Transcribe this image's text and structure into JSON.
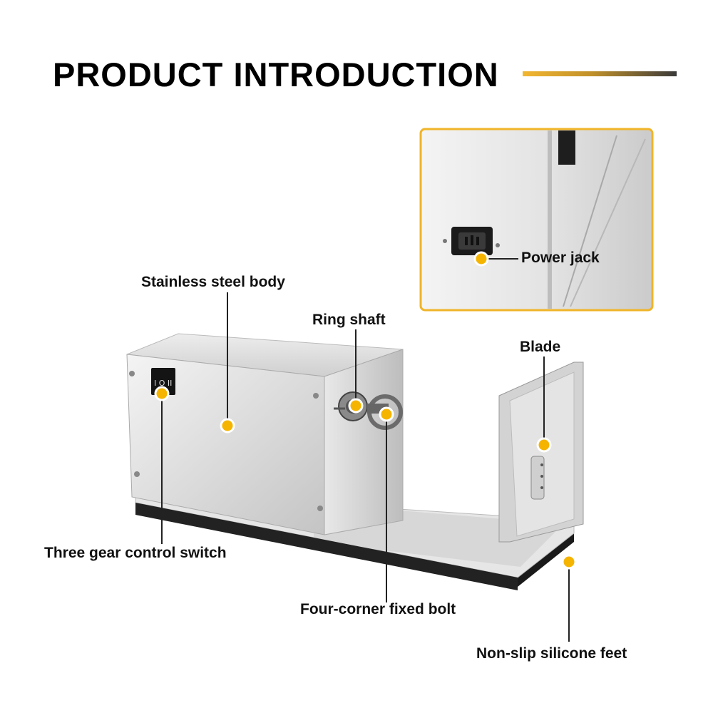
{
  "title": "PRODUCT INTRODUCTION",
  "labels": {
    "power_jack": "Power jack",
    "stainless_body": "Stainless steel body",
    "ring_shaft": "Ring shaft",
    "blade": "Blade",
    "switch": "Three gear control switch",
    "bolt": "Four-corner fixed bolt",
    "feet": "Non-slip silicone feet"
  },
  "colors": {
    "accent": "#f2b630",
    "marker_fill": "#f5b400",
    "inset_border": "#f0b429",
    "text": "#111111"
  }
}
